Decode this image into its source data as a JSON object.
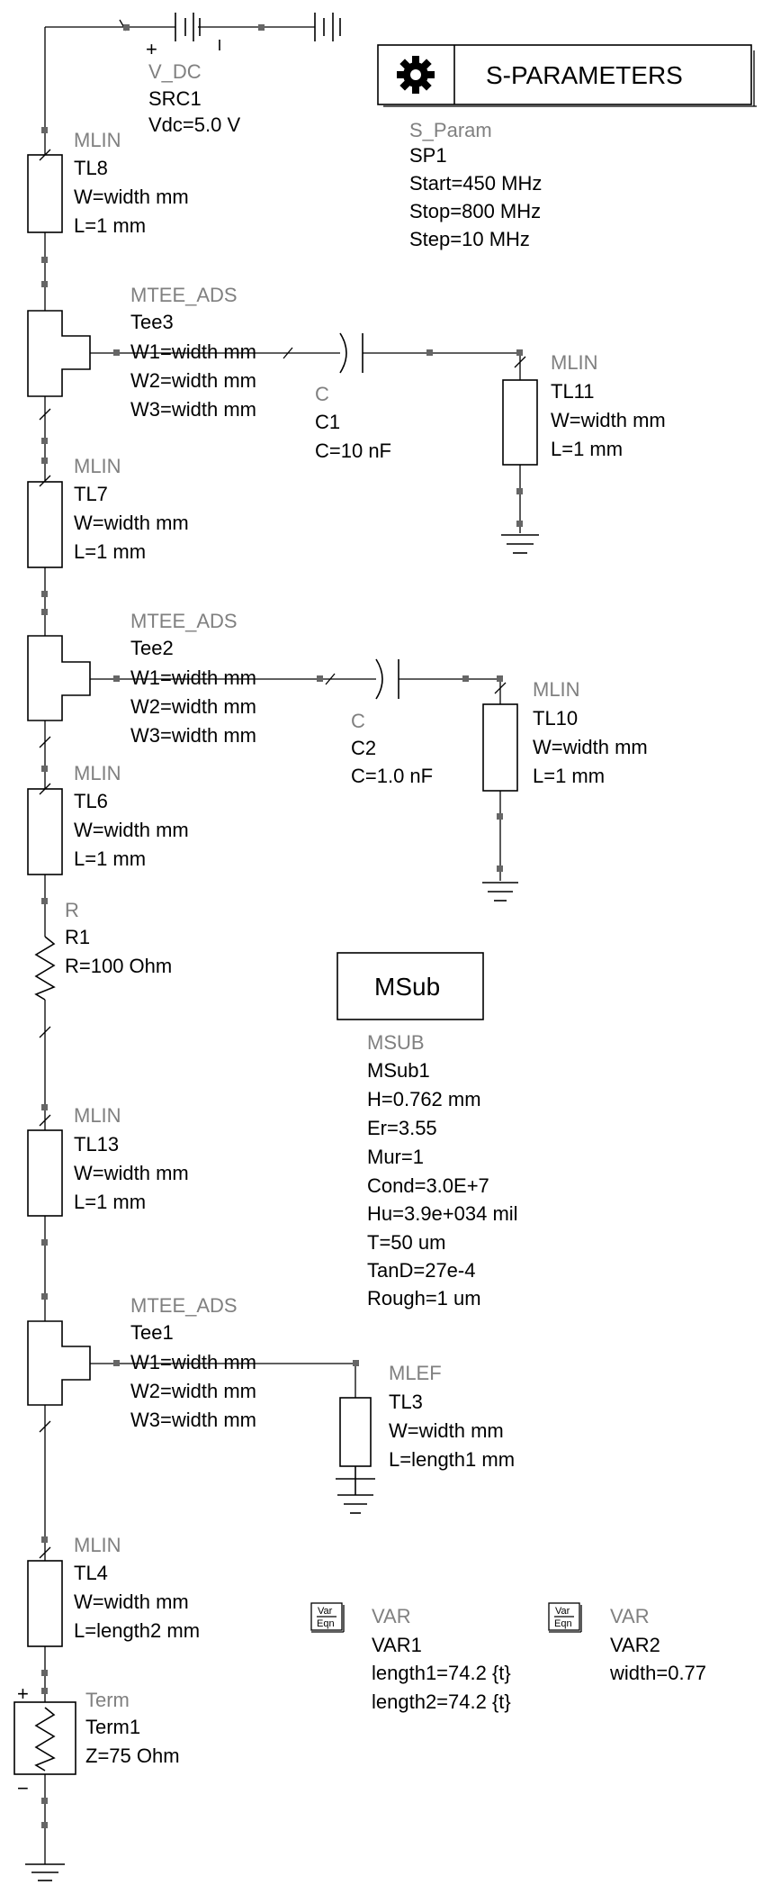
{
  "components": {
    "src1": {
      "type": "V_DC",
      "name": "SRC1",
      "params": [
        "Vdc=5.0 V"
      ]
    },
    "sp1": {
      "box_label": "S-PARAMETERS",
      "type": "S_Param",
      "name": "SP1",
      "params": [
        "Start=450 MHz",
        "Stop=800 MHz",
        "Step=10 MHz"
      ]
    },
    "tl8": {
      "type": "MLIN",
      "name": "TL8",
      "params": [
        "W=width mm",
        "L=1 mm"
      ]
    },
    "tee3": {
      "type": "MTEE_ADS",
      "name": "Tee3",
      "params": [
        "W1=width mm",
        "W2=width mm",
        "W3=width mm"
      ]
    },
    "c1": {
      "type": "C",
      "name": "C1",
      "params": [
        "C=10 nF"
      ]
    },
    "tl11": {
      "type": "MLIN",
      "name": "TL11",
      "params": [
        "W=width mm",
        "L=1 mm"
      ]
    },
    "tl7": {
      "type": "MLIN",
      "name": "TL7",
      "params": [
        "W=width mm",
        "L=1 mm"
      ]
    },
    "tee2": {
      "type": "MTEE_ADS",
      "name": "Tee2",
      "params": [
        "W1=width mm",
        "W2=width mm",
        "W3=width mm"
      ]
    },
    "c2": {
      "type": "C",
      "name": "C2",
      "params": [
        "C=1.0 nF"
      ]
    },
    "tl10": {
      "type": "MLIN",
      "name": "TL10",
      "params": [
        "W=width mm",
        "L=1 mm"
      ]
    },
    "tl6": {
      "type": "MLIN",
      "name": "TL6",
      "params": [
        "W=width mm",
        "L=1 mm"
      ]
    },
    "r1": {
      "type": "R",
      "name": "R1",
      "params": [
        "R=100 Ohm"
      ]
    },
    "msub1": {
      "box_label": "MSub",
      "type": "MSUB",
      "name": "MSub1",
      "params": [
        "H=0.762 mm",
        "Er=3.55",
        "Mur=1",
        "Cond=3.0E+7",
        "Hu=3.9e+034 mil",
        "T=50 um",
        "TanD=27e-4",
        "Rough=1 um"
      ]
    },
    "tl13": {
      "type": "MLIN",
      "name": "TL13",
      "params": [
        "W=width mm",
        "L=1 mm"
      ]
    },
    "tee1": {
      "type": "MTEE_ADS",
      "name": "Tee1",
      "params": [
        "W1=width mm",
        "W2=width mm",
        "W3=width mm"
      ]
    },
    "tl3": {
      "type": "MLEF",
      "name": "TL3",
      "params": [
        "W=width mm",
        "L=length1 mm"
      ]
    },
    "tl4": {
      "type": "MLIN",
      "name": "TL4",
      "params": [
        "W=width mm",
        "L=length2 mm"
      ]
    },
    "var1": {
      "icon_top": "Var",
      "icon_bottom": "Eqn",
      "type": "VAR",
      "name": "VAR1",
      "params": [
        "length1=74.2 {t}",
        "length2=74.2 {t}"
      ]
    },
    "var2": {
      "icon_top": "Var",
      "icon_bottom": "Eqn",
      "type": "VAR",
      "name": "VAR2",
      "params": [
        "width=0.77"
      ]
    },
    "term1": {
      "type": "Term",
      "name": "Term1",
      "params": [
        "Z=75 Ohm"
      ]
    }
  },
  "polarity": {
    "plus": "+",
    "minus": "−"
  }
}
